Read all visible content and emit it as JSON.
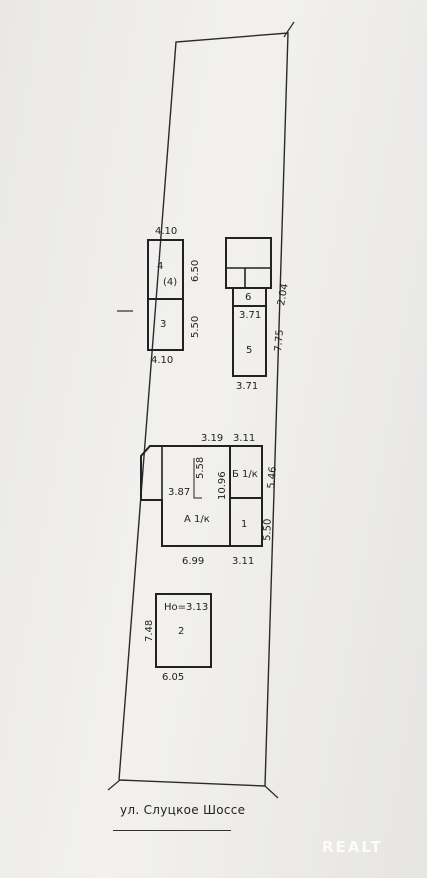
{
  "labels": {
    "l_4_10_top": "4.10",
    "l_4": "4",
    "l_4p": "(4)",
    "l_6_50": "6.50",
    "l_3": "3",
    "l_5_50a": "5.50",
    "l_4_10_bot": "4.10",
    "l_6": "6",
    "l_3_71a": "3.71",
    "l_2_04": "2.04",
    "l_5": "5",
    "l_7_75": "7.75",
    "l_3_71b": "3.71",
    "l_3_19": "3.19",
    "l_3_11a": "3.11",
    "l_5_58": "5.58",
    "l_b1k": "Б 1/к",
    "l_5_46": "5.46",
    "l_10_96": "10.96",
    "l_3_87": "3.87",
    "l_a1k": "А 1/к",
    "l_1": "1",
    "l_5_50b": "5.50",
    "l_6_99": "6.99",
    "l_3_11b": "3.11",
    "l_ho": "Но=3.13",
    "l_2": "2",
    "l_7_48": "7.48",
    "l_6_05": "6.05"
  },
  "street": "ул. Слуцкое Шоссе",
  "watermark": "REALT"
}
